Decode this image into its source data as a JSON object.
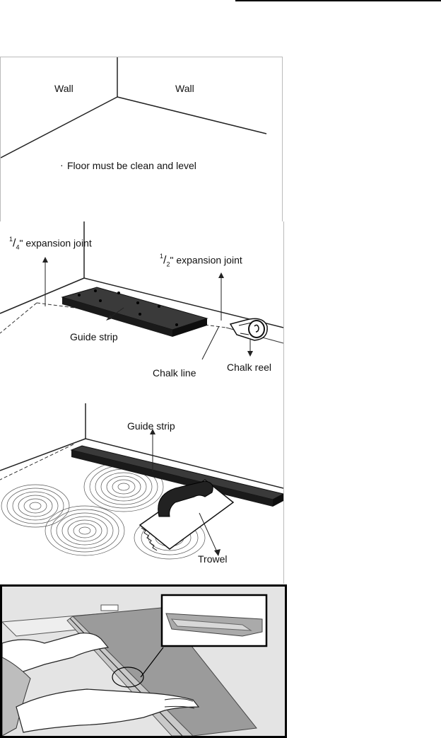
{
  "panel1": {
    "wall_left": "Wall",
    "wall_right": "Wall",
    "note": "Floor must be clean and level",
    "bullet": "·"
  },
  "panel2": {
    "joint_quarter_num": "1",
    "joint_quarter_den": "4",
    "joint_quarter_text": "\" expansion joint",
    "joint_half_num": "1",
    "joint_half_den": "2",
    "joint_half_text": "\" expansion joint",
    "guide_strip": "Guide strip",
    "chalk_line": "Chalk line",
    "chalk_reel": "Chalk reel"
  },
  "panel3": {
    "guide_strip": "Guide strip",
    "trowel": "Trowel"
  },
  "panel4": {}
}
